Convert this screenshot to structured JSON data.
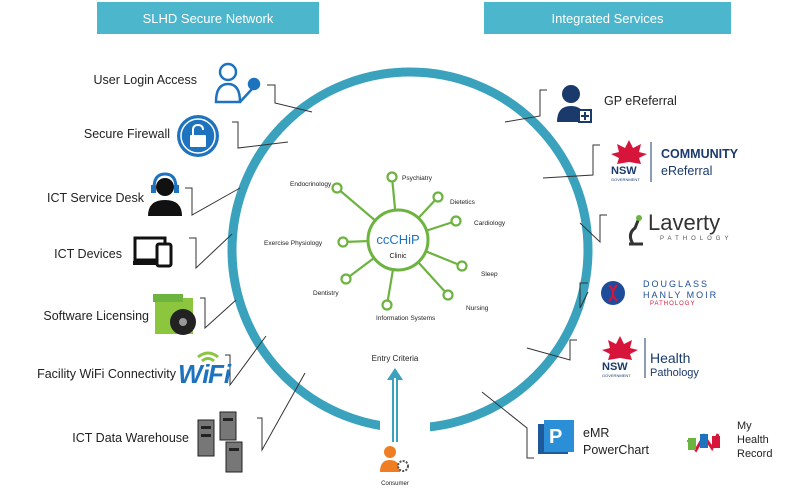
{
  "headers": {
    "left": "SLHD Secure Network",
    "right": "Integrated Services"
  },
  "left_items": [
    {
      "label": "User Login Access",
      "icon": "user-key-icon"
    },
    {
      "label": "Secure Firewall",
      "icon": "lock-icon"
    },
    {
      "label": "ICT  Service Desk",
      "icon": "headset-user-icon"
    },
    {
      "label": "ICT Devices",
      "icon": "devices-icon"
    },
    {
      "label": "Software Licensing",
      "icon": "software-box-icon"
    },
    {
      "label": "Facility WiFi Connectivity",
      "icon": "wifi-icon"
    },
    {
      "label": "ICT Data Warehouse",
      "icon": "servers-icon"
    }
  ],
  "right_items": {
    "gp": "GP eReferral",
    "community_1": "COMMUNITY",
    "community_2": "eReferral",
    "nsw": "NSW",
    "government": "GOVERNMENT",
    "laverty": "Laverty",
    "laverty_sub": "PATHOLOGY",
    "douglass_1": "DOUGLASS",
    "douglass_2": "HANLY MOIR",
    "douglass_3": "PATHOLOGY",
    "health_1": "Health",
    "health_2": "Pathology",
    "emr_1": "eMR",
    "emr_2": "PowerChart",
    "mhr_1": "My",
    "mhr_2": "Health",
    "mhr_3": "Record"
  },
  "center": {
    "title": "ccCHiP",
    "subtitle": "Clinic",
    "spokes": [
      "Psychiatry",
      "Dietetics",
      "Cardiology",
      "Sleep",
      "Nursing",
      "Information Systems",
      "Dentistry",
      "Exercise Physiology",
      "Endocrinology"
    ]
  },
  "entry": "Entry Criteria",
  "consumer": "Consumer",
  "colors": {
    "header_bg": "#4bb6cc",
    "ring": "#3aa2bd",
    "spoke": "#6cb33f",
    "icon_blue": "#1e73be",
    "text": "#222222"
  }
}
